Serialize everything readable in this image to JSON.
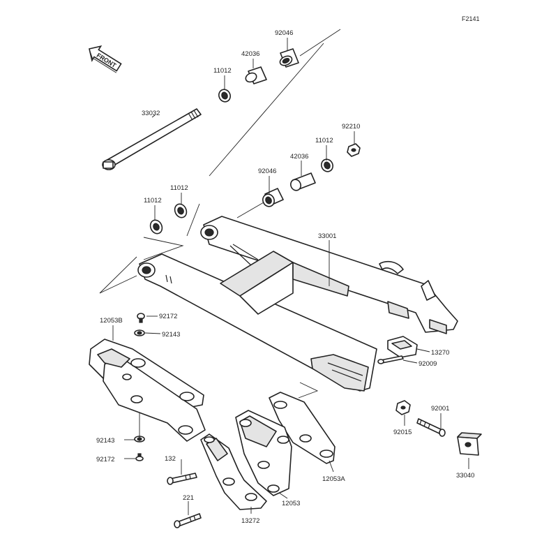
{
  "figure_code": "F2141",
  "front_badge": "FRONT",
  "labels": {
    "p92046a": "92046",
    "p42036a": "42036",
    "p11012a": "11012",
    "p33032": "33032",
    "p92210": "92210",
    "p11012b": "11012",
    "p42036b": "42036",
    "p92046b": "92046",
    "p11012c": "11012",
    "p11012d": "11012",
    "p33001": "33001",
    "p12053B": "12053B",
    "p92172a": "92172",
    "p92143a": "92143",
    "p13270": "13270",
    "p92009": "92009",
    "p92001": "92001",
    "p92015": "92015",
    "p33040": "33040",
    "p92143b": "92143",
    "p92172b": "92172",
    "p132": "132",
    "p12053A": "12053A",
    "p221": "221",
    "p12053": "12053",
    "p13272": "13272"
  }
}
